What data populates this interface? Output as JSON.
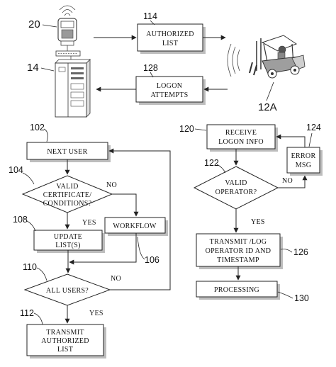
{
  "top": {
    "device_ref": "20",
    "server_ref": "14",
    "authorized_list": {
      "ref": "114",
      "line1": "AUTHORIZED",
      "line2": "LIST"
    },
    "logon_attempts": {
      "ref": "128",
      "line1": "LOGON",
      "line2": "ATTEMPTS"
    },
    "vehicle_ref": "12A"
  },
  "left_flow": {
    "next_user": {
      "ref": "102",
      "text": "NEXT USER"
    },
    "valid_cert": {
      "ref": "104",
      "line1": "VALID",
      "line2": "CERTIFICATE/",
      "line3": "CONDITIONS?",
      "no_label": "NO",
      "yes_label": "YES"
    },
    "update_list": {
      "ref": "108",
      "line1": "UPDATE",
      "line2": "LIST(S)"
    },
    "workflow": {
      "ref": "106",
      "text": "WORKFLOW"
    },
    "all_users": {
      "ref": "110",
      "text": "ALL USERS?",
      "no_label": "NO",
      "yes_label": "YES"
    },
    "transmit_list": {
      "ref": "112",
      "line1": "TRANSMIT",
      "line2": "AUTHORIZED",
      "line3": "LIST"
    }
  },
  "right_flow": {
    "receive": {
      "ref": "120",
      "line1": "RECEIVE",
      "line2": "LOGON INFO"
    },
    "error": {
      "ref": "124",
      "line1": "ERROR",
      "line2": "MSG"
    },
    "valid_operator": {
      "ref": "122",
      "line1": "VALID",
      "line2": "OPERATOR?",
      "no_label": "NO",
      "yes_label": "YES"
    },
    "transmit_log": {
      "ref": "126",
      "line1": "TRANSMIT /LOG",
      "line2": "OPERATOR ID AND",
      "line3": "TIMESTAMP"
    },
    "processing": {
      "ref": "130",
      "text": "PROCESSING"
    }
  }
}
